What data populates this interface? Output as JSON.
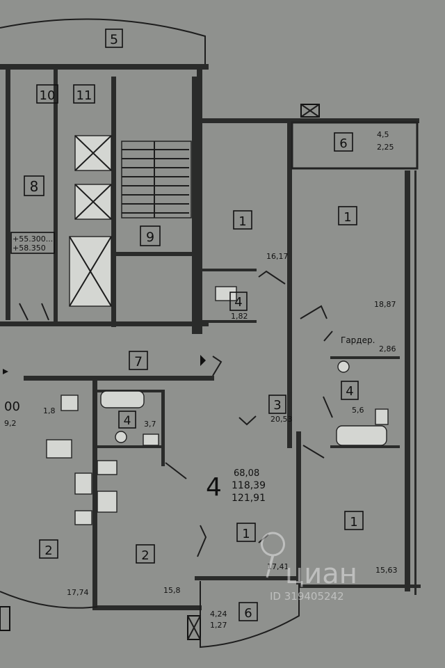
{
  "apartment": {
    "number": "4",
    "living_area": "68,08",
    "total_area": "118,39",
    "total_area_with_balconies": "121,91"
  },
  "rooms": [
    {
      "id": "stair-balcony-top",
      "code": "5",
      "area": ""
    },
    {
      "id": "room-10",
      "code": "10",
      "area": ""
    },
    {
      "id": "room-11",
      "code": "11",
      "area": ""
    },
    {
      "id": "corridor-8",
      "code": "8",
      "area": ""
    },
    {
      "id": "stairwell",
      "code": "9",
      "area": ""
    },
    {
      "id": "lobby",
      "code": "7",
      "area": ""
    },
    {
      "id": "loggia-top",
      "code": "6",
      "area": "2,25",
      "area2": "4,5"
    },
    {
      "id": "living-left",
      "code": "1",
      "area": "16,17"
    },
    {
      "id": "living-right",
      "code": "1",
      "area": "18,87"
    },
    {
      "id": "bath-small",
      "code": "4",
      "area": "1,82"
    },
    {
      "id": "hall",
      "code": "3",
      "area": "20,53"
    },
    {
      "id": "bath-right",
      "code": "4",
      "area": "5,6"
    },
    {
      "id": "bath-mid",
      "code": "4",
      "area": "3,7"
    },
    {
      "id": "kitchen",
      "code": "2",
      "area": "15,8"
    },
    {
      "id": "living-center",
      "code": "1",
      "area": "17,41"
    },
    {
      "id": "living-bottom-right",
      "code": "1",
      "area": "15,63"
    },
    {
      "id": "loggia-bottom",
      "code": "6",
      "area": "1,27",
      "area2": "4,24"
    },
    {
      "id": "neighbor-kitchen",
      "code": "2",
      "area": "17,74"
    },
    {
      "id": "neighbor-bath",
      "code": "",
      "area": "1,8"
    }
  ],
  "labels": {
    "wardrobe": "Гардер.",
    "wardrobe_area": "2,86",
    "elev1": "+55.300...",
    "elev2": "+58.350",
    "neighbor_apt": "00",
    "neighbor_area": "9,2"
  },
  "watermark": {
    "brand": "циан",
    "id_text": "ID 319405242"
  }
}
